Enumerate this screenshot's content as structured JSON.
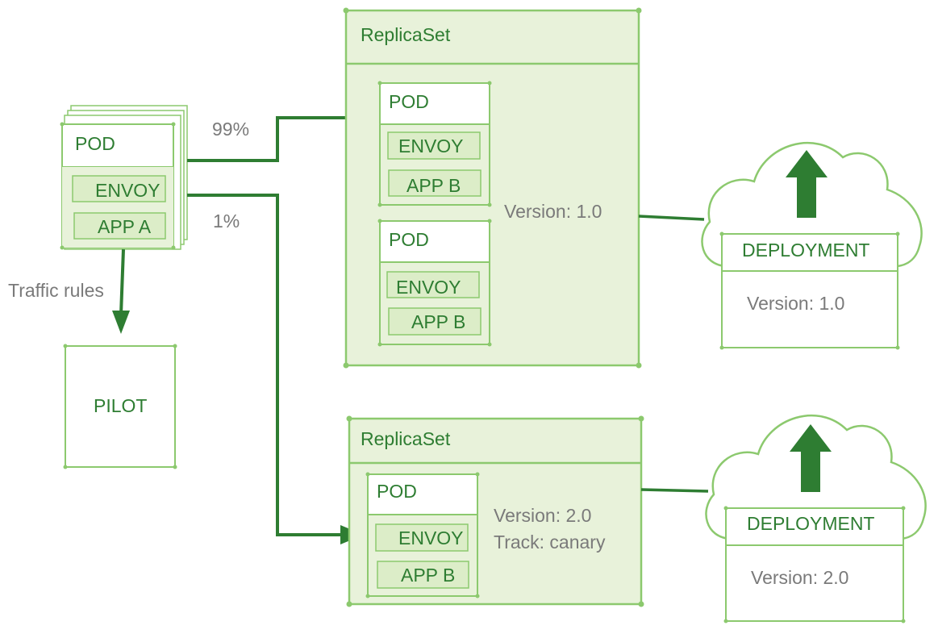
{
  "colors": {
    "box_stroke": "#8cc96e",
    "panel_fill": "#e8f2da",
    "inner_fill": "#dcedc8",
    "arrow": "#2e7d32",
    "text_green": "#2e7d32",
    "text_gray": "#7a7a7a"
  },
  "source_pod": {
    "title": "POD",
    "envoy": "ENVOY",
    "app": "APP A"
  },
  "traffic": {
    "split_major": "99%",
    "split_minor": "1%",
    "rules_label": "Traffic rules"
  },
  "pilot": {
    "label": "PILOT"
  },
  "replicaset_v1": {
    "title": "ReplicaSet",
    "version": "Version: 1.0",
    "pods": [
      {
        "title": "POD",
        "envoy": "ENVOY",
        "app": "APP B"
      },
      {
        "title": "POD",
        "envoy": "ENVOY",
        "app": "APP B"
      }
    ]
  },
  "replicaset_v2": {
    "title": "ReplicaSet",
    "version": "Version: 2.0",
    "track": "Track: canary",
    "pods": [
      {
        "title": "POD",
        "envoy": "ENVOY",
        "app": "APP B"
      }
    ]
  },
  "deployment_v1": {
    "title": "DEPLOYMENT",
    "version": "Version: 1.0",
    "icon": "cloud-upload-icon"
  },
  "deployment_v2": {
    "title": "DEPLOYMENT",
    "version": "Version: 2.0",
    "icon": "cloud-upload-icon"
  }
}
